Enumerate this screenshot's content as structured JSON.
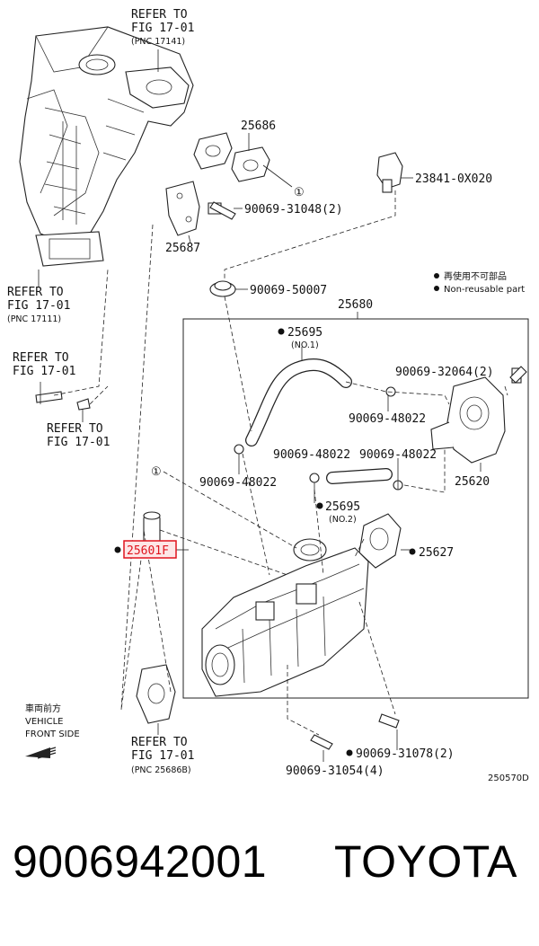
{
  "diagram": {
    "labels": {
      "ref_top_1": "REFER TO",
      "ref_top_2": "FIG 17-01",
      "ref_top_3": "(PNC 17141)",
      "ref_left1_1": "REFER TO",
      "ref_left1_2": "FIG 17-01",
      "ref_left1_3": "(PNC 17111)",
      "ref_left2_1": "REFER TO",
      "ref_left2_2": "FIG 17-01",
      "ref_left3_1": "REFER TO",
      "ref_left3_2": "FIG 17-01",
      "ref_bottom_1": "REFER TO",
      "ref_bottom_2": "FIG 17-01",
      "ref_bottom_3": "(PNC 25686B)",
      "p25686": "25686",
      "p25687": "25687",
      "p23841": "23841-0X020",
      "p90069_31048": "90069-31048(2)",
      "p90069_50007": "90069-50007",
      "p25680": "25680",
      "p25695a": "25695",
      "p25695a_sub": "(NO.1)",
      "p90069_32064": "90069-32064(2)",
      "p90069_48022a": "90069-48022",
      "p90069_48022b": "90069-48022",
      "p90069_48022c": "90069-48022",
      "p90069_48022d": "90069-48022",
      "p25620": "25620",
      "p25695b": "25695",
      "p25695b_sub": "(NO.2)",
      "p25601f": "25601F",
      "p25627": "25627",
      "p90069_31078": "90069-31078(2)",
      "p90069_31054": "90069-31054(4)",
      "circle1a": "①",
      "circle1b": "①",
      "legend_jp": "再使用不可部品",
      "legend_en": "Non-reusable part",
      "front_jp": "車両前方",
      "front_1": "VEHICLE",
      "front_2": "FRONT SIDE",
      "fig_code": "250570D"
    },
    "highlight_color": "#e0141e"
  },
  "footer": {
    "part_number": "9006942001",
    "brand": "TOYOTA"
  }
}
